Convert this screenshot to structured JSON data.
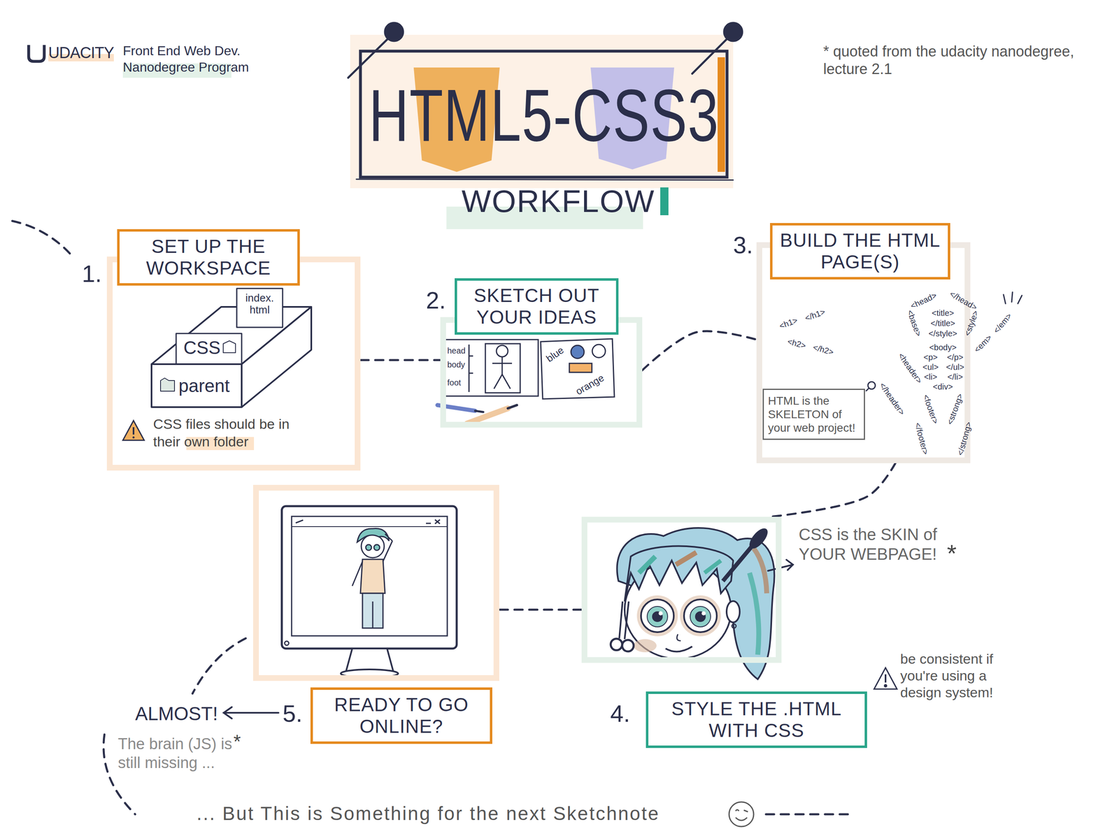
{
  "diagram": {
    "title": "HTML5-CSS3",
    "nodes": [
      {
        "text": [
          "1.",
          "SET UP THE WORKSPACE",
          "CSS files should be in their own folder"
        ]
      },
      {
        "text": [
          "2.",
          "SKETCH OUT YOUR IDEAS"
        ]
      },
      {
        "text": [
          "3.",
          "BUILD THE HTML PAGE(S)"
        ]
      },
      {
        "text": [
          "HTML is the SKELETON of your web project!"
        ],
        "in": 2
      },
      {
        "text": [
          "4.",
          "STYLE THE .HTML WITH CSS"
        ]
      },
      {
        "text": [
          "5.",
          "READY TO GO ONLINE?"
        ]
      }
    ],
    "edges": [
      {
        "from": 0,
        "to": 1,
        "arrow": "none"
      },
      {
        "from": 1,
        "to": 2,
        "arrow": "none"
      },
      {
        "from": 2,
        "to": 4,
        "arrow": "none"
      },
      {
        "from": 4,
        "to": 5,
        "arrow": "none"
      }
    ],
    "labels": [
      "UDACITY",
      "Front End Web Dev. Nanodegree Program",
      "* quoted from the udacity nanodegree, lecture 2.1",
      "WORKFLOW",
      "index. html",
      "CSS",
      "parent",
      "head",
      "body",
      "foot",
      "blue",
      "orange",
      "<head>",
      "</head>",
      "<title>",
      "</title>",
      "<base>",
      "<style>",
      "</style>",
      "<body>",
      "<p>",
      "</p>",
      "<ul>",
      "</ul>",
      "<li>",
      "</li>",
      "<div>",
      "<em>",
      "</em>",
      "<header>",
      "</header>",
      "<footer>",
      "</footer>",
      "<strong>",
      "</strong>",
      "<h1>",
      "</h1>",
      "<h2>",
      "</h2>",
      "CSS is the SKIN of YOUR WEBPAGE!",
      "*",
      "be consistent if you're using a design system!",
      "ALMOST!",
      "*",
      "The brain (JS) is still missing ...",
      "... But This is Something for the next Sketchnote"
    ]
  }
}
